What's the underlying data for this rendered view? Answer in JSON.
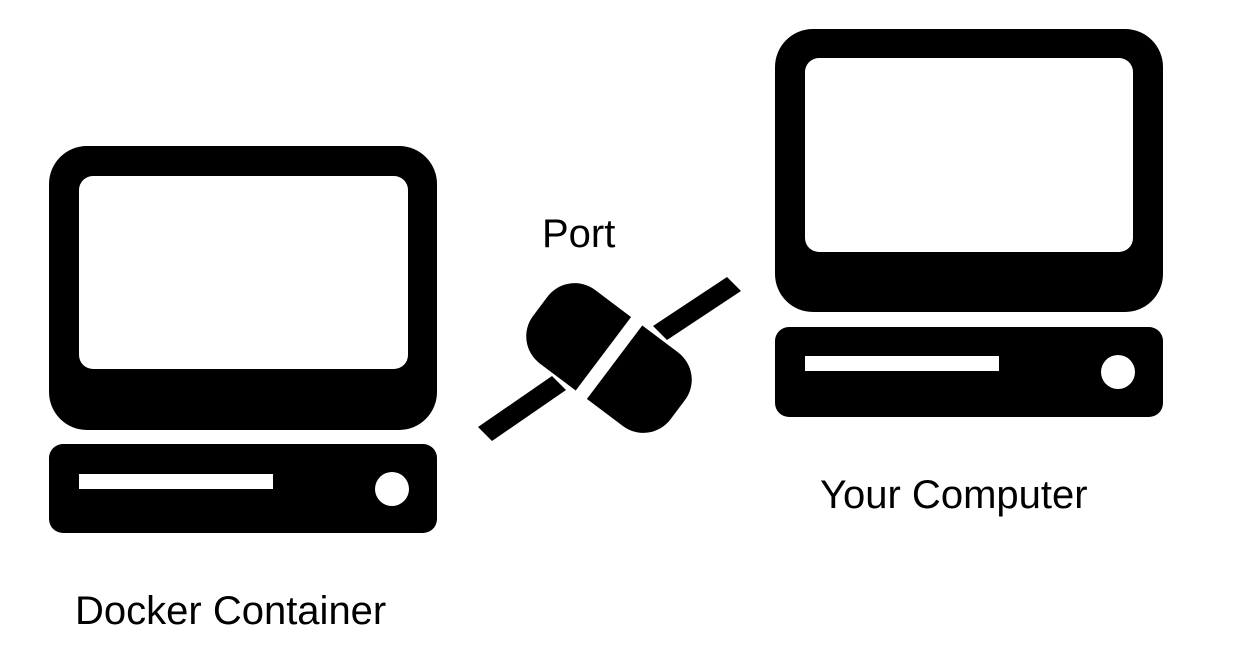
{
  "nodes": {
    "docker_container": {
      "label": "Docker Container"
    },
    "your_computer": {
      "label": "Your Computer"
    }
  },
  "connection": {
    "label": "Port"
  },
  "icons": {
    "left": "desktop-computer-icon",
    "right": "desktop-computer-icon",
    "connector": "cable-connector-icon"
  },
  "colors": {
    "foreground": "#000000",
    "background": "#ffffff"
  }
}
